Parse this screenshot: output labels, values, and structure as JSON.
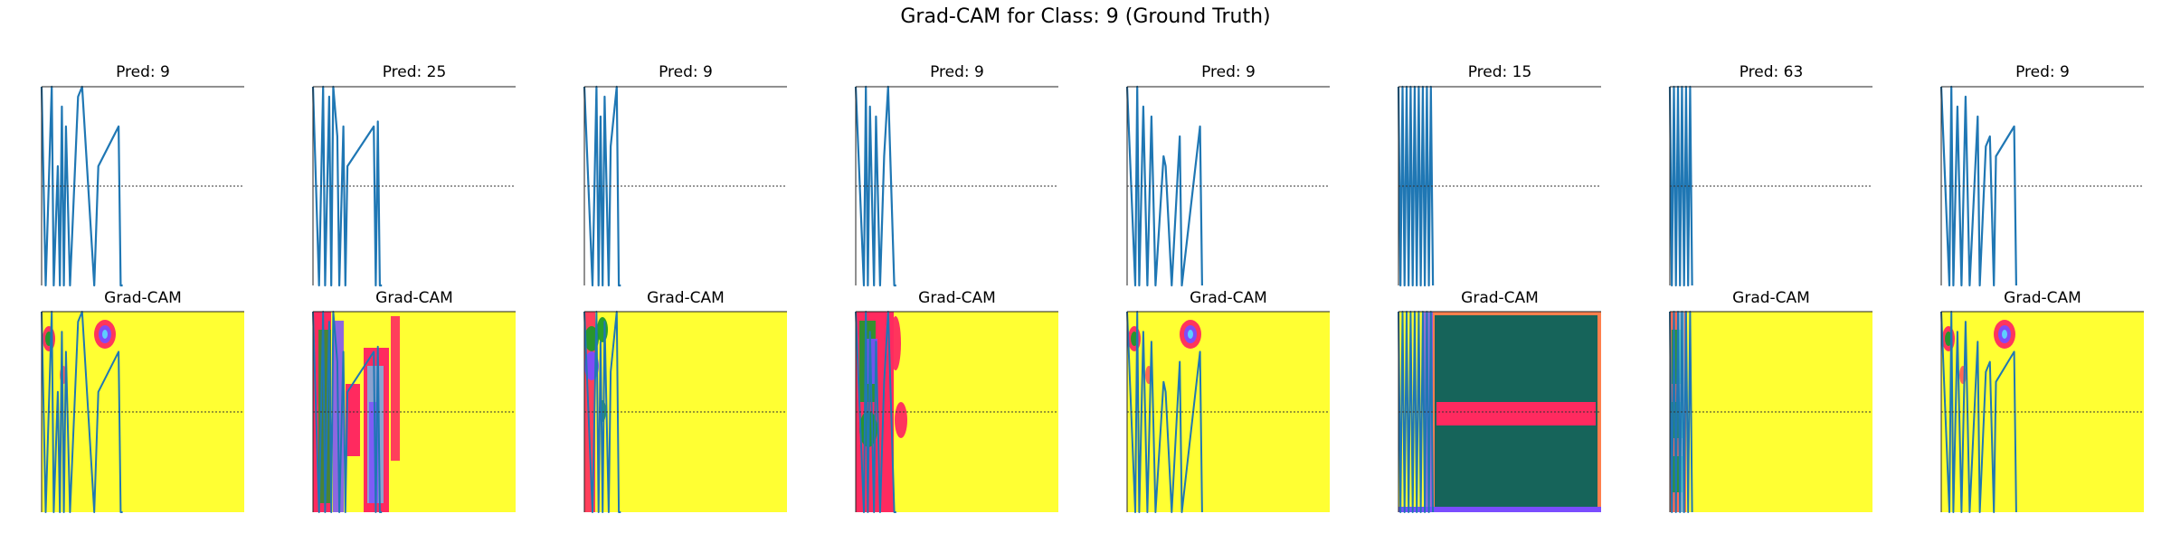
{
  "figure": {
    "title": "Grad-CAM for Class: 9 (Ground Truth)",
    "gradcam_label": "Grad-CAM",
    "colors": {
      "signal": "#1f77b4",
      "heat_background": "#ffff33",
      "heat_teal": "#16645a",
      "heat_red": "#ff2a5f",
      "heat_green": "#1e9a2a",
      "heat_violet": "#7a4cff",
      "heat_cyan": "#5bd6ff",
      "baseline": "#333333"
    }
  },
  "chart_data": [
    {
      "type": "line",
      "label": "Pred: 9",
      "prediction": "9",
      "heatmap_pattern": "sparse-top",
      "x": [
        0,
        0.02,
        0.05,
        0.06,
        0.08,
        0.09,
        0.1,
        0.11,
        0.12,
        0.14,
        0.18,
        0.2,
        0.26,
        0.28,
        0.38,
        0.39,
        0.4,
        0.4
      ],
      "y": [
        1,
        -1,
        1,
        -1,
        0.2,
        -1,
        0.8,
        -1,
        0.6,
        -1,
        0.9,
        1,
        -1,
        0.2,
        0.6,
        -1,
        -1,
        -1
      ]
    },
    {
      "type": "line",
      "label": "Pred: 25",
      "prediction": "25",
      "heatmap_pattern": "red-columns",
      "x": [
        0,
        0.03,
        0.05,
        0.06,
        0.08,
        0.09,
        0.1,
        0.12,
        0.13,
        0.15,
        0.16,
        0.17,
        0.3,
        0.31,
        0.32,
        0.33,
        0.34
      ],
      "y": [
        1,
        -1,
        1,
        -1,
        0.9,
        -1,
        1,
        0.5,
        -1,
        0.6,
        -1,
        0.2,
        0.6,
        -1,
        0.65,
        -1,
        -1
      ]
    },
    {
      "type": "line",
      "label": "Pred: 9",
      "prediction": "9",
      "heatmap_pattern": "left-edge",
      "x": [
        0,
        0.04,
        0.06,
        0.07,
        0.08,
        0.09,
        0.1,
        0.12,
        0.13,
        0.16,
        0.17,
        0.18
      ],
      "y": [
        1,
        -1,
        1,
        -1,
        0.7,
        -1,
        0.9,
        -1,
        0.4,
        1,
        -1,
        -1
      ]
    },
    {
      "type": "line",
      "label": "Pred: 9",
      "prediction": "9",
      "heatmap_pattern": "red-band-left",
      "x": [
        0,
        0.04,
        0.05,
        0.06,
        0.07,
        0.09,
        0.1,
        0.12,
        0.14,
        0.16,
        0.19,
        0.2
      ],
      "y": [
        1,
        -1,
        1,
        -1,
        0.8,
        -1,
        0.7,
        -1,
        0.3,
        1,
        -1,
        -1
      ]
    },
    {
      "type": "line",
      "label": "Pred: 9",
      "prediction": "9",
      "heatmap_pattern": "sparse-top",
      "x": [
        0,
        0.04,
        0.05,
        0.06,
        0.08,
        0.1,
        0.12,
        0.14,
        0.18,
        0.19,
        0.22,
        0.26,
        0.27,
        0.36,
        0.37
      ],
      "y": [
        1,
        -1,
        1,
        -1,
        0.8,
        -1,
        0.7,
        -1,
        0.3,
        0.2,
        -1,
        0.5,
        -1,
        0.6,
        -1
      ]
    },
    {
      "type": "line",
      "label": "Pred: 15",
      "prediction": "15",
      "heatmap_pattern": "teal-with-band",
      "x": [
        0,
        0.01,
        0.02,
        0.03,
        0.04,
        0.05,
        0.06,
        0.07,
        0.08,
        0.09,
        0.1,
        0.11,
        0.12,
        0.13,
        0.14,
        0.15,
        0.16,
        0.17
      ],
      "y": [
        1,
        -1,
        1,
        -1,
        1,
        -1,
        1,
        -1,
        1,
        -1,
        1,
        -1,
        1,
        -1,
        1,
        -1,
        1,
        -1
      ]
    },
    {
      "type": "line",
      "label": "Pred: 63",
      "prediction": "63",
      "heatmap_pattern": "left-columns",
      "x": [
        0,
        0.01,
        0.02,
        0.03,
        0.04,
        0.05,
        0.06,
        0.07,
        0.08,
        0.09,
        0.1,
        0.11
      ],
      "y": [
        1,
        -1,
        1,
        -1,
        1,
        -1,
        1,
        -1,
        1,
        -1,
        1,
        -1
      ]
    },
    {
      "type": "line",
      "label": "Pred: 9",
      "prediction": "9",
      "heatmap_pattern": "sparse-top",
      "x": [
        0,
        0.04,
        0.05,
        0.06,
        0.08,
        0.1,
        0.12,
        0.14,
        0.18,
        0.19,
        0.22,
        0.24,
        0.26,
        0.27,
        0.36,
        0.37
      ],
      "y": [
        1,
        -1,
        1,
        -1,
        0.8,
        -1,
        0.9,
        -1,
        0.7,
        -1,
        0.4,
        0.5,
        -1,
        0.3,
        0.6,
        -1
      ]
    }
  ]
}
